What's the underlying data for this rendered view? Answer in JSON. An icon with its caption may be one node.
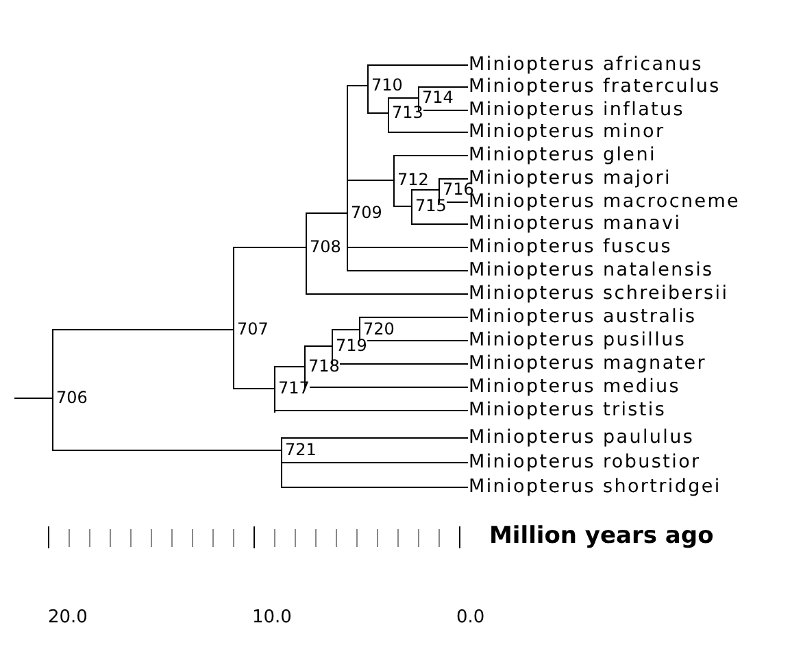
{
  "diagram": {
    "nodes": [
      {
        "text": [
          "706"
        ]
      },
      {
        "text": [
          "707"
        ]
      },
      {
        "text": [
          "708"
        ]
      },
      {
        "text": [
          "709"
        ]
      },
      {
        "text": [
          "710"
        ]
      },
      {
        "text": [
          "713"
        ]
      },
      {
        "text": [
          "714"
        ]
      },
      {
        "text": [
          "712"
        ]
      },
      {
        "text": [
          "715"
        ]
      },
      {
        "text": [
          "716"
        ]
      },
      {
        "text": [
          "717"
        ]
      },
      {
        "text": [
          "718"
        ]
      },
      {
        "text": [
          "719"
        ]
      },
      {
        "text": [
          "720"
        ]
      },
      {
        "text": [
          "721"
        ]
      },
      {
        "text": [
          "Miniopterus africanus"
        ]
      },
      {
        "text": [
          "Miniopterus fraterculus"
        ]
      },
      {
        "text": [
          "Miniopterus inflatus"
        ]
      },
      {
        "text": [
          "Miniopterus minor"
        ]
      },
      {
        "text": [
          "Miniopterus gleni"
        ]
      },
      {
        "text": [
          "Miniopterus majori"
        ]
      },
      {
        "text": [
          "Miniopterus macrocneme"
        ]
      },
      {
        "text": [
          "Miniopterus manavi"
        ]
      },
      {
        "text": [
          "Miniopterus fuscus"
        ]
      },
      {
        "text": [
          "Miniopterus natalensis"
        ]
      },
      {
        "text": [
          "Miniopterus schreibersii"
        ]
      },
      {
        "text": [
          "Miniopterus australis"
        ]
      },
      {
        "text": [
          "Miniopterus pusillus"
        ]
      },
      {
        "text": [
          "Miniopterus magnater"
        ]
      },
      {
        "text": [
          "Miniopterus medius"
        ]
      },
      {
        "text": [
          "Miniopterus tristis"
        ]
      },
      {
        "text": [
          "Miniopterus paululus"
        ]
      },
      {
        "text": [
          "Miniopterus robustior"
        ]
      },
      {
        "text": [
          "Miniopterus shortridgei"
        ]
      }
    ],
    "edges": [
      {
        "from": null,
        "to": 0,
        "arrow": "none"
      },
      {
        "from": 0,
        "to": 1,
        "arrow": "none"
      },
      {
        "from": 0,
        "to": 14,
        "arrow": "none"
      },
      {
        "from": 1,
        "to": 2,
        "arrow": "none"
      },
      {
        "from": 1,
        "to": 10,
        "arrow": "none"
      },
      {
        "from": 2,
        "to": 3,
        "arrow": "none"
      },
      {
        "from": 2,
        "to": 25,
        "arrow": "none"
      },
      {
        "from": 3,
        "to": 4,
        "arrow": "none"
      },
      {
        "from": 3,
        "to": 7,
        "arrow": "none"
      },
      {
        "from": 3,
        "to": 23,
        "arrow": "none"
      },
      {
        "from": 3,
        "to": 24,
        "arrow": "none"
      },
      {
        "from": 4,
        "to": 15,
        "arrow": "none"
      },
      {
        "from": 4,
        "to": 5,
        "arrow": "none"
      },
      {
        "from": 5,
        "to": 6,
        "arrow": "none"
      },
      {
        "from": 5,
        "to": 18,
        "arrow": "none"
      },
      {
        "from": 6,
        "to": 16,
        "arrow": "none"
      },
      {
        "from": 6,
        "to": 17,
        "arrow": "none"
      },
      {
        "from": 7,
        "to": 19,
        "arrow": "none"
      },
      {
        "from": 7,
        "to": 8,
        "arrow": "none"
      },
      {
        "from": 8,
        "to": 9,
        "arrow": "none"
      },
      {
        "from": 8,
        "to": 22,
        "arrow": "none"
      },
      {
        "from": 9,
        "to": 20,
        "arrow": "none"
      },
      {
        "from": 9,
        "to": 21,
        "arrow": "none"
      },
      {
        "from": 10,
        "to": 11,
        "arrow": "none"
      },
      {
        "from": 10,
        "to": 30,
        "arrow": "none"
      },
      {
        "from": 11,
        "to": 12,
        "arrow": "none"
      },
      {
        "from": 11,
        "to": 29,
        "arrow": "none"
      },
      {
        "from": 12,
        "to": 13,
        "arrow": "none"
      },
      {
        "from": 12,
        "to": 28,
        "arrow": "none"
      },
      {
        "from": 13,
        "to": 26,
        "arrow": "none"
      },
      {
        "from": 13,
        "to": 27,
        "arrow": "none"
      },
      {
        "from": 14,
        "to": 31,
        "arrow": "none"
      },
      {
        "from": 14,
        "to": 32,
        "arrow": "none"
      },
      {
        "from": 14,
        "to": 33,
        "arrow": "none"
      }
    ],
    "labels": [
      "Million years ago",
      "20.0",
      "10.0",
      "0.0"
    ]
  }
}
